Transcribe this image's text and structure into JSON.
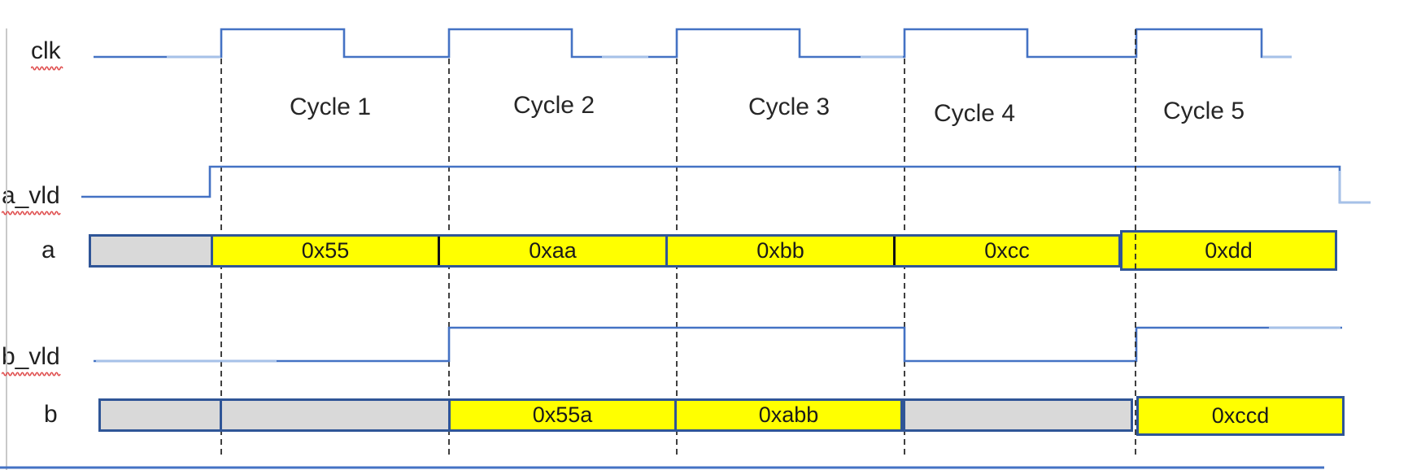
{
  "diagram_type": "digital-timing-diagram",
  "signals": {
    "clk_label": "clk",
    "a_vld_label": "a_vld",
    "a_label": "a",
    "b_vld_label": "b_vld",
    "b_label": "b"
  },
  "cycle_labels": [
    "Cycle 1",
    "Cycle 2",
    "Cycle 3",
    "Cycle 4",
    "Cycle 5"
  ],
  "bus_a": {
    "segments": [
      {
        "value": "",
        "state": "invalid"
      },
      {
        "value": "0x55",
        "state": "valid"
      },
      {
        "value": "0xaa",
        "state": "valid"
      },
      {
        "value": "0xbb",
        "state": "valid"
      },
      {
        "value": "0xcc",
        "state": "valid"
      },
      {
        "value": "0xdd",
        "state": "valid"
      }
    ]
  },
  "bus_b": {
    "segments": [
      {
        "value": "",
        "state": "invalid"
      },
      {
        "value": "",
        "state": "invalid"
      },
      {
        "value": "0x55a",
        "state": "valid"
      },
      {
        "value": "0xabb",
        "state": "valid"
      },
      {
        "value": "",
        "state": "invalid"
      },
      {
        "value": "0xccd",
        "state": "valid"
      }
    ]
  },
  "waveform": {
    "a_vld_by_cycle": [
      1,
      1,
      1,
      1,
      1
    ],
    "b_vld_by_cycle": [
      0,
      1,
      1,
      0,
      1
    ],
    "bus_a_values_by_cycle": [
      "0x55",
      "0xaa",
      "0xbb",
      "0xcc",
      "0xdd"
    ],
    "bus_b_values_by_cycle": [
      "",
      "0x55a",
      "0xabb",
      "",
      "0xccd"
    ]
  },
  "colors": {
    "valid_fill": "#FFFF00",
    "invalid_fill": "#D9D9D9",
    "bus_border": "#2F5597",
    "wave_blue": "#4472C4",
    "wave_light_blue": "#A6C1E8",
    "dashed_line": "#2b2b2b",
    "squiggle_red": "#E05252",
    "text": "#1f1f1f"
  }
}
